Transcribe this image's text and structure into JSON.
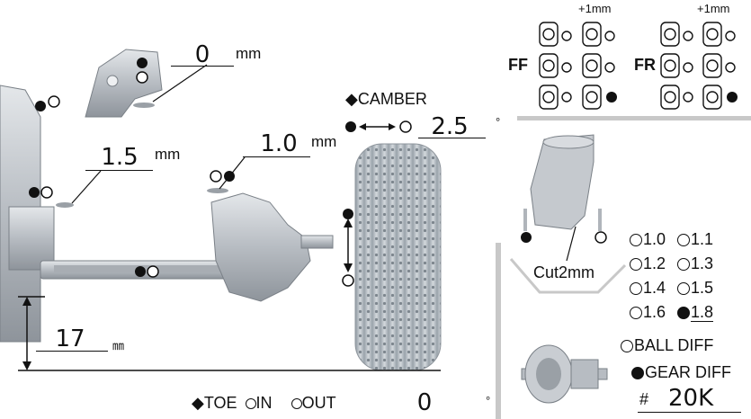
{
  "upper_link": {
    "value": "0",
    "unit": "mm"
  },
  "front_link": {
    "value": "1.5",
    "unit": "mm"
  },
  "hub_spacer": {
    "value": "1.0",
    "unit": "mm"
  },
  "camber": {
    "label": "◆CAMBER",
    "value": "2.5",
    "unit": "°"
  },
  "ride_height": {
    "value": "17",
    "unit": "㎜"
  },
  "toe": {
    "label": "◆TOE",
    "option_in": "IN",
    "option_out": "OUT",
    "value": "0",
    "unit": "°"
  },
  "suspension_blocks": {
    "ff_label": "FF",
    "fr_label": "FR",
    "plus_label_1": "+1mm",
    "plus_label_2": "+1mm"
  },
  "hub_note": "Cut2mm",
  "spring_options": {
    "values": [
      "1.0",
      "1.1",
      "1.2",
      "1.3",
      "1.4",
      "1.5",
      "1.6",
      "1.8"
    ],
    "selected": "1.8"
  },
  "diff": {
    "ball_label": "BALL DIFF",
    "gear_label": "GEAR DIFF",
    "selected": "GEAR DIFF",
    "oil_prefix": "#",
    "oil_value": "20K"
  },
  "colors": {
    "ink": "#111111",
    "part_gray": "#b9bec4",
    "divider": "#c8c8c8"
  }
}
